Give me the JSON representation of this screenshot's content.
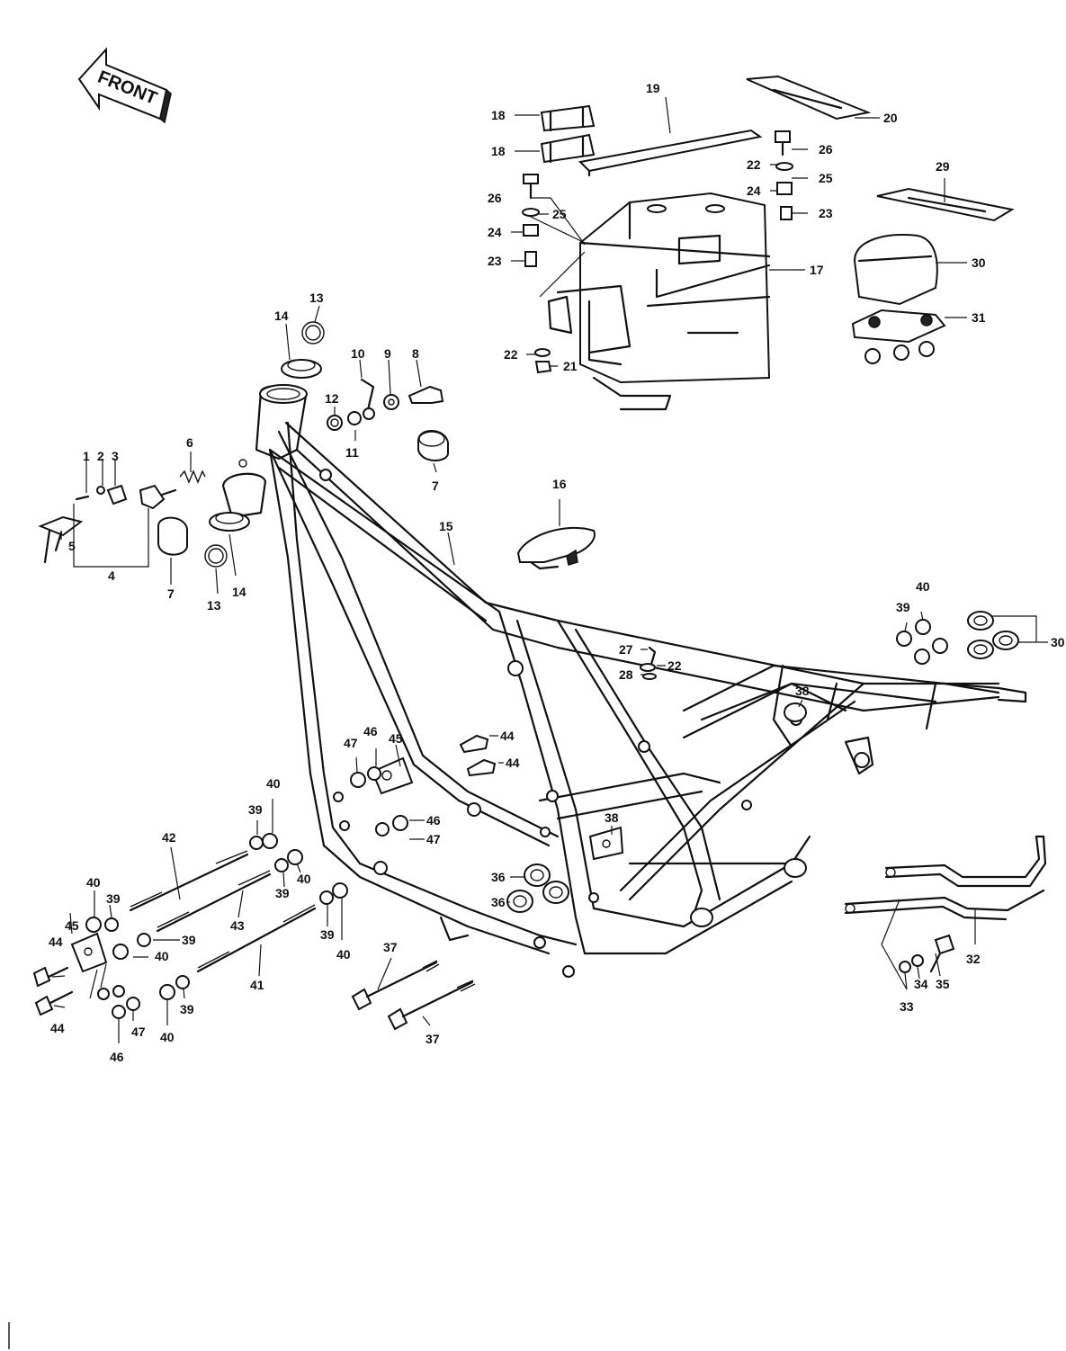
{
  "front_label": "FRONT",
  "callouts": [
    {
      "id": "c1",
      "text": "1"
    },
    {
      "id": "c2",
      "text": "2"
    },
    {
      "id": "c3",
      "text": "3"
    },
    {
      "id": "c4",
      "text": "4"
    },
    {
      "id": "c5",
      "text": "5"
    },
    {
      "id": "c6",
      "text": "6"
    },
    {
      "id": "c7a",
      "text": "7"
    },
    {
      "id": "c7b",
      "text": "7"
    },
    {
      "id": "c8",
      "text": "8"
    },
    {
      "id": "c9",
      "text": "9"
    },
    {
      "id": "c10",
      "text": "10"
    },
    {
      "id": "c11",
      "text": "11"
    },
    {
      "id": "c12",
      "text": "12"
    },
    {
      "id": "c13a",
      "text": "13"
    },
    {
      "id": "c13b",
      "text": "13"
    },
    {
      "id": "c14a",
      "text": "14"
    },
    {
      "id": "c14b",
      "text": "14"
    },
    {
      "id": "c15",
      "text": "15"
    },
    {
      "id": "c16",
      "text": "16"
    },
    {
      "id": "c17",
      "text": "17"
    },
    {
      "id": "c18a",
      "text": "18"
    },
    {
      "id": "c18b",
      "text": "18"
    },
    {
      "id": "c19",
      "text": "19"
    },
    {
      "id": "c20",
      "text": "20"
    },
    {
      "id": "c21",
      "text": "21"
    },
    {
      "id": "c22a",
      "text": "22"
    },
    {
      "id": "c22b",
      "text": "22"
    },
    {
      "id": "c22c",
      "text": "22"
    },
    {
      "id": "c23a",
      "text": "23"
    },
    {
      "id": "c23b",
      "text": "23"
    },
    {
      "id": "c24a",
      "text": "24"
    },
    {
      "id": "c24b",
      "text": "24"
    },
    {
      "id": "c25a",
      "text": "25"
    },
    {
      "id": "c25b",
      "text": "25"
    },
    {
      "id": "c26a",
      "text": "26"
    },
    {
      "id": "c26b",
      "text": "26"
    },
    {
      "id": "c27",
      "text": "27"
    },
    {
      "id": "c28",
      "text": "28"
    },
    {
      "id": "c29",
      "text": "29"
    },
    {
      "id": "c30",
      "text": "30"
    },
    {
      "id": "c30b",
      "text": "30"
    },
    {
      "id": "c31",
      "text": "31"
    },
    {
      "id": "c32",
      "text": "32"
    },
    {
      "id": "c33",
      "text": "33"
    },
    {
      "id": "c34",
      "text": "34"
    },
    {
      "id": "c35",
      "text": "35"
    },
    {
      "id": "c36a",
      "text": "36"
    },
    {
      "id": "c36b",
      "text": "36"
    },
    {
      "id": "c37a",
      "text": "37"
    },
    {
      "id": "c37b",
      "text": "37"
    },
    {
      "id": "c38a",
      "text": "38"
    },
    {
      "id": "c38b",
      "text": "38"
    },
    {
      "id": "c39a",
      "text": "39"
    },
    {
      "id": "c39b",
      "text": "39"
    },
    {
      "id": "c39c",
      "text": "39"
    },
    {
      "id": "c39d",
      "text": "39"
    },
    {
      "id": "c39e",
      "text": "39"
    },
    {
      "id": "c39f",
      "text": "39"
    },
    {
      "id": "c39g",
      "text": "39"
    },
    {
      "id": "c40a",
      "text": "40"
    },
    {
      "id": "c40b",
      "text": "40"
    },
    {
      "id": "c40c",
      "text": "40"
    },
    {
      "id": "c40d",
      "text": "40"
    },
    {
      "id": "c40e",
      "text": "40"
    },
    {
      "id": "c40f",
      "text": "40"
    },
    {
      "id": "c40g",
      "text": "40"
    },
    {
      "id": "c41",
      "text": "41"
    },
    {
      "id": "c42",
      "text": "42"
    },
    {
      "id": "c43",
      "text": "43"
    },
    {
      "id": "c44a",
      "text": "44"
    },
    {
      "id": "c44b",
      "text": "44"
    },
    {
      "id": "c44c",
      "text": "44"
    },
    {
      "id": "c44d",
      "text": "44"
    },
    {
      "id": "c45a",
      "text": "45"
    },
    {
      "id": "c45b",
      "text": "45"
    },
    {
      "id": "c46a",
      "text": "46"
    },
    {
      "id": "c46b",
      "text": "46"
    },
    {
      "id": "c46c",
      "text": "46"
    },
    {
      "id": "c47a",
      "text": "47"
    },
    {
      "id": "c47b",
      "text": "47"
    },
    {
      "id": "c47c",
      "text": "47"
    }
  ]
}
